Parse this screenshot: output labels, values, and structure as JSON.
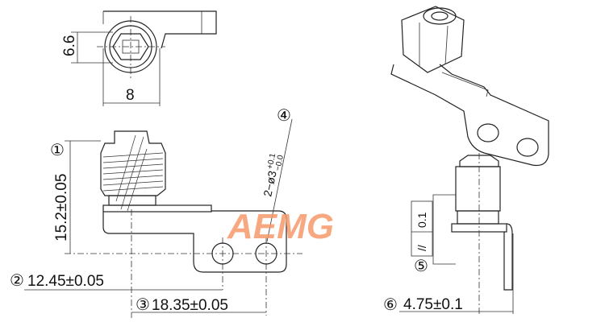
{
  "drawing": {
    "top_view": {
      "height_dim": "6.6",
      "width_dim": "8"
    },
    "front_view": {
      "callout_1": "①",
      "height_dim": "15.2±0.05",
      "callout_2": "②",
      "dim_2": "12.45±0.05",
      "callout_3": "③",
      "dim_3": "18.35±0.05",
      "callout_4": "④",
      "hole_spec": "2−ø3",
      "hole_tol_upper": "+0.1",
      "hole_tol_lower": "−0.0"
    },
    "side_view": {
      "parallelism_symbol": "//",
      "parallelism_value": "0.1",
      "callout_5": "⑤",
      "callout_6": "⑥",
      "dim_6": "4.75±0.1"
    },
    "watermark": "AEMG"
  }
}
